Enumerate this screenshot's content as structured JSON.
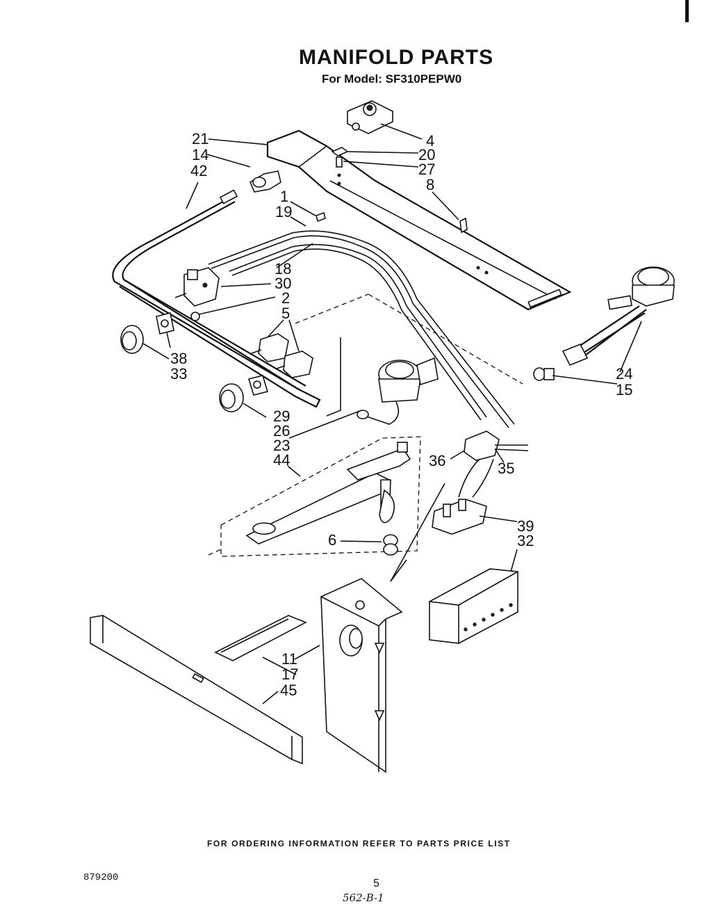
{
  "header": {
    "title": "MANIFOLD PARTS",
    "subtitle": "For Model: SF310PEPW0"
  },
  "callouts": [
    {
      "id": "21",
      "label": "21"
    },
    {
      "id": "14",
      "label": "14"
    },
    {
      "id": "42",
      "label": "42"
    },
    {
      "id": "4",
      "label": "4"
    },
    {
      "id": "20",
      "label": "20"
    },
    {
      "id": "27",
      "label": "27"
    },
    {
      "id": "8",
      "label": "8"
    },
    {
      "id": "1",
      "label": "1"
    },
    {
      "id": "19",
      "label": "19"
    },
    {
      "id": "18",
      "label": "18"
    },
    {
      "id": "30",
      "label": "30"
    },
    {
      "id": "2",
      "label": "2"
    },
    {
      "id": "5",
      "label": "5"
    },
    {
      "id": "38",
      "label": "38"
    },
    {
      "id": "33",
      "label": "33"
    },
    {
      "id": "24",
      "label": "24"
    },
    {
      "id": "15",
      "label": "15"
    },
    {
      "id": "29",
      "label": "29"
    },
    {
      "id": "26",
      "label": "26"
    },
    {
      "id": "23",
      "label": "23"
    },
    {
      "id": "44",
      "label": "44"
    },
    {
      "id": "36",
      "label": "36"
    },
    {
      "id": "35",
      "label": "35"
    },
    {
      "id": "39",
      "label": "39"
    },
    {
      "id": "32",
      "label": "32"
    },
    {
      "id": "6",
      "label": "6"
    },
    {
      "id": "11",
      "label": "11"
    },
    {
      "id": "17",
      "label": "17"
    },
    {
      "id": "45",
      "label": "45"
    }
  ],
  "footer": {
    "ordering_note": "FOR ORDERING INFORMATION REFER TO PARTS PRICE LIST",
    "doc_number": "879200",
    "page_number": "5",
    "handwritten_note": "562-B-1"
  }
}
